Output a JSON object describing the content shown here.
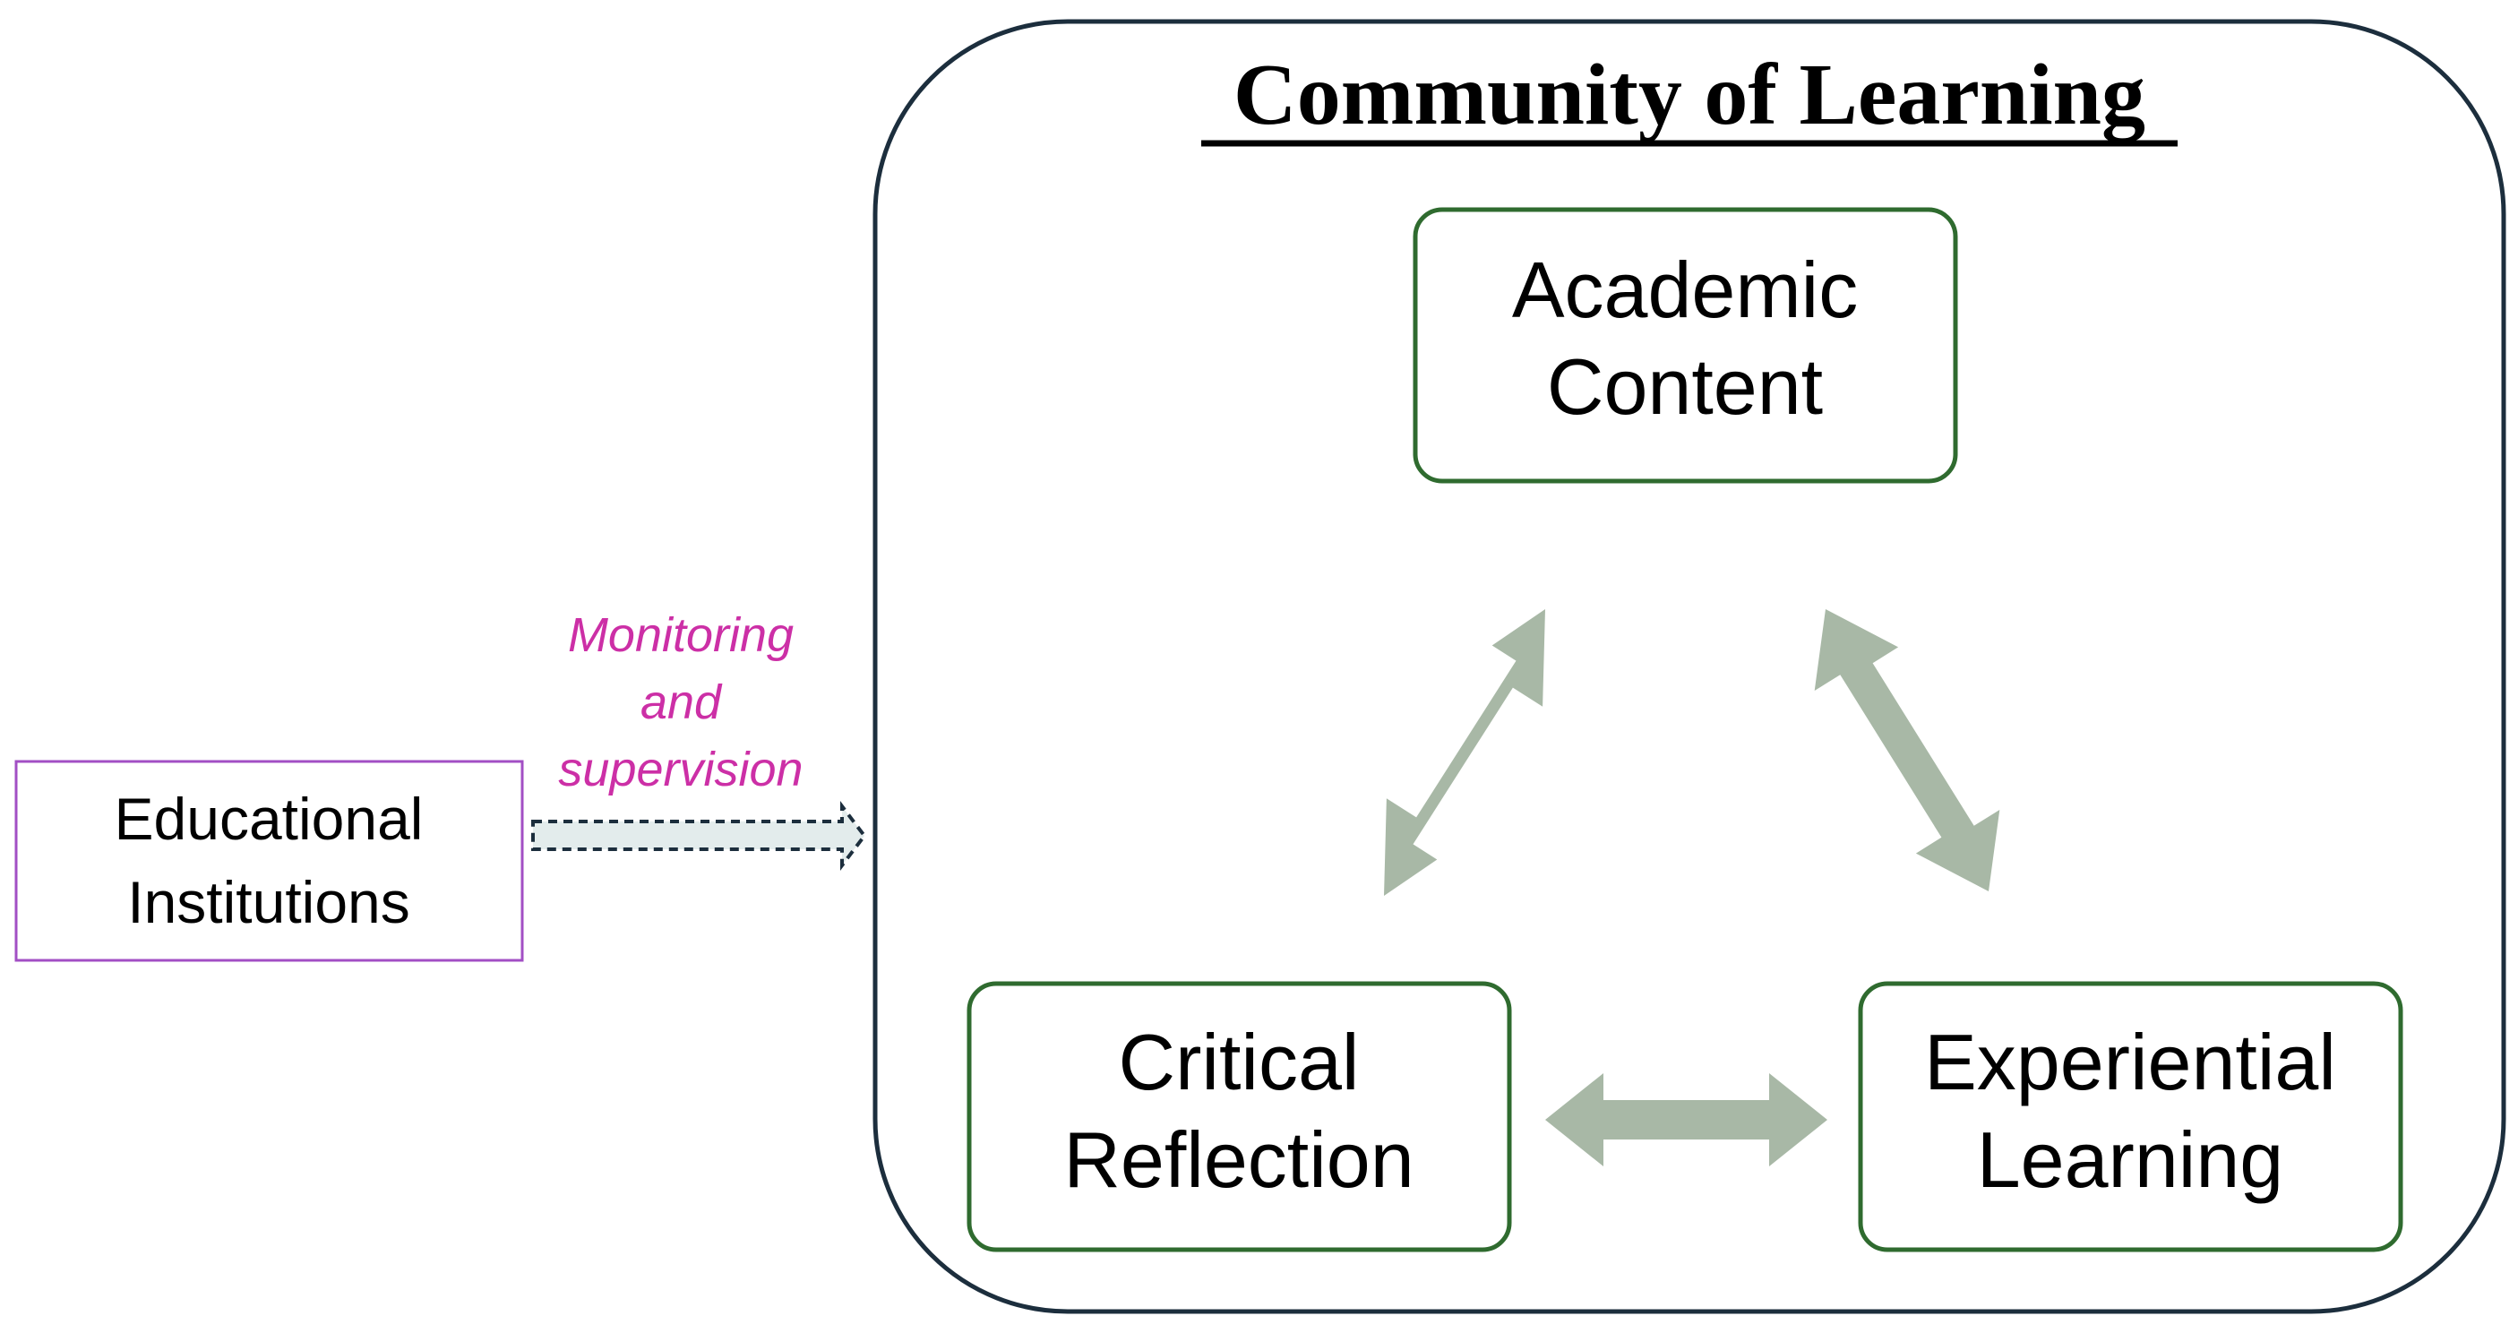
{
  "title": "Community of Learning",
  "external": {
    "label_line1": "Educational",
    "label_line2": "Institutions"
  },
  "connector": {
    "line1": "Monitoring",
    "line2": "and",
    "line3": "supervision"
  },
  "nodes": {
    "academic": {
      "line1": "Academic",
      "line2": "Content"
    },
    "critical": {
      "line1": "Critical",
      "line2": "Reflection"
    },
    "experiential": {
      "line1": "Experiential",
      "line2": "Learning"
    }
  },
  "colors": {
    "frame_border": "#1c2e3d",
    "node_border": "#2f6b2f",
    "external_border": "#a24fc4",
    "annotation_text": "#cc2fa6",
    "double_arrow_fill": "#a8b8a6",
    "dashed_arrow_fill": "#e3ecec",
    "dashed_arrow_stroke": "#1c2e3d",
    "text": "#000000"
  }
}
